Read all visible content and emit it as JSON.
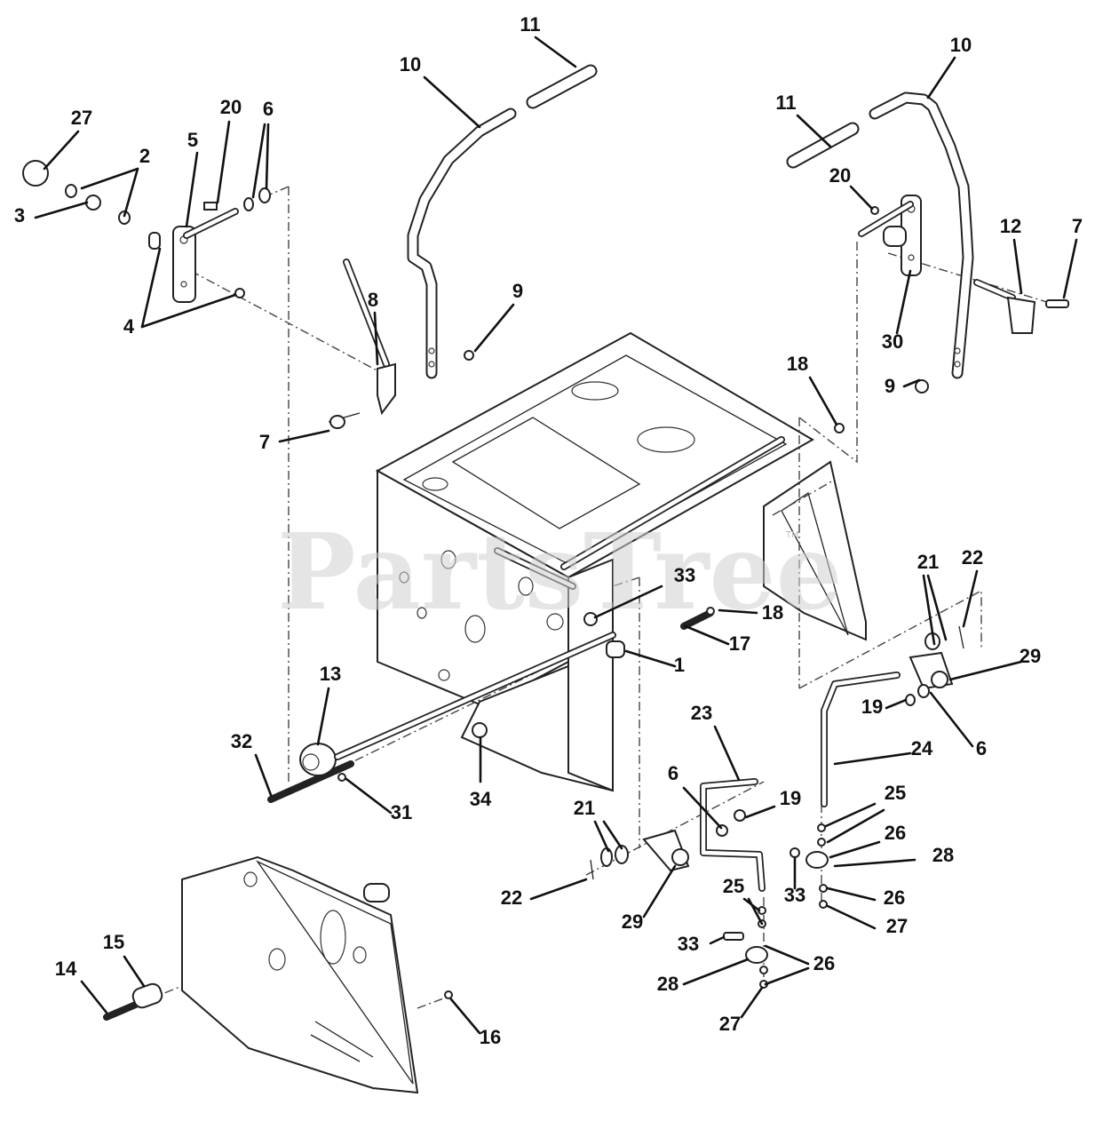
{
  "watermark": {
    "text": "PartsTree",
    "tm": "TM"
  },
  "callouts": [
    {
      "id": "c27a",
      "label": "27"
    },
    {
      "id": "c2",
      "label": "2"
    },
    {
      "id": "c3",
      "label": "3"
    },
    {
      "id": "c5",
      "label": "5"
    },
    {
      "id": "c20a",
      "label": "20"
    },
    {
      "id": "c6a",
      "label": "6"
    },
    {
      "id": "c4",
      "label": "4"
    },
    {
      "id": "c11a",
      "label": "11"
    },
    {
      "id": "c10a",
      "label": "10"
    },
    {
      "id": "c8",
      "label": "8"
    },
    {
      "id": "c9a",
      "label": "9"
    },
    {
      "id": "c7a",
      "label": "7"
    },
    {
      "id": "c10b",
      "label": "10"
    },
    {
      "id": "c11b",
      "label": "11"
    },
    {
      "id": "c20b",
      "label": "20"
    },
    {
      "id": "c12",
      "label": "12"
    },
    {
      "id": "c7b",
      "label": "7"
    },
    {
      "id": "c30",
      "label": "30"
    },
    {
      "id": "c18a",
      "label": "18"
    },
    {
      "id": "c9b",
      "label": "9"
    },
    {
      "id": "c33a",
      "label": "33"
    },
    {
      "id": "c18b",
      "label": "18"
    },
    {
      "id": "c17",
      "label": "17"
    },
    {
      "id": "c1",
      "label": "1"
    },
    {
      "id": "c21a",
      "label": "21"
    },
    {
      "id": "c22a",
      "label": "22"
    },
    {
      "id": "c29a",
      "label": "29"
    },
    {
      "id": "c19a",
      "label": "19"
    },
    {
      "id": "c6b",
      "label": "6"
    },
    {
      "id": "c24",
      "label": "24"
    },
    {
      "id": "c13",
      "label": "13"
    },
    {
      "id": "c32",
      "label": "32"
    },
    {
      "id": "c31",
      "label": "31"
    },
    {
      "id": "c34",
      "label": "34"
    },
    {
      "id": "c23",
      "label": "23"
    },
    {
      "id": "c6c",
      "label": "6"
    },
    {
      "id": "c19b",
      "label": "19"
    },
    {
      "id": "c21b",
      "label": "21"
    },
    {
      "id": "c25a",
      "label": "25"
    },
    {
      "id": "c26a",
      "label": "26"
    },
    {
      "id": "c28a",
      "label": "28"
    },
    {
      "id": "c33b",
      "label": "33"
    },
    {
      "id": "c26b",
      "label": "26"
    },
    {
      "id": "c27b",
      "label": "27"
    },
    {
      "id": "c22b",
      "label": "22"
    },
    {
      "id": "c29b",
      "label": "29"
    },
    {
      "id": "c25b",
      "label": "25"
    },
    {
      "id": "c33c",
      "label": "33"
    },
    {
      "id": "c26c",
      "label": "26"
    },
    {
      "id": "c28b",
      "label": "28"
    },
    {
      "id": "c27c",
      "label": "27"
    },
    {
      "id": "c15",
      "label": "15"
    },
    {
      "id": "c14",
      "label": "14"
    },
    {
      "id": "c16",
      "label": "16"
    }
  ]
}
